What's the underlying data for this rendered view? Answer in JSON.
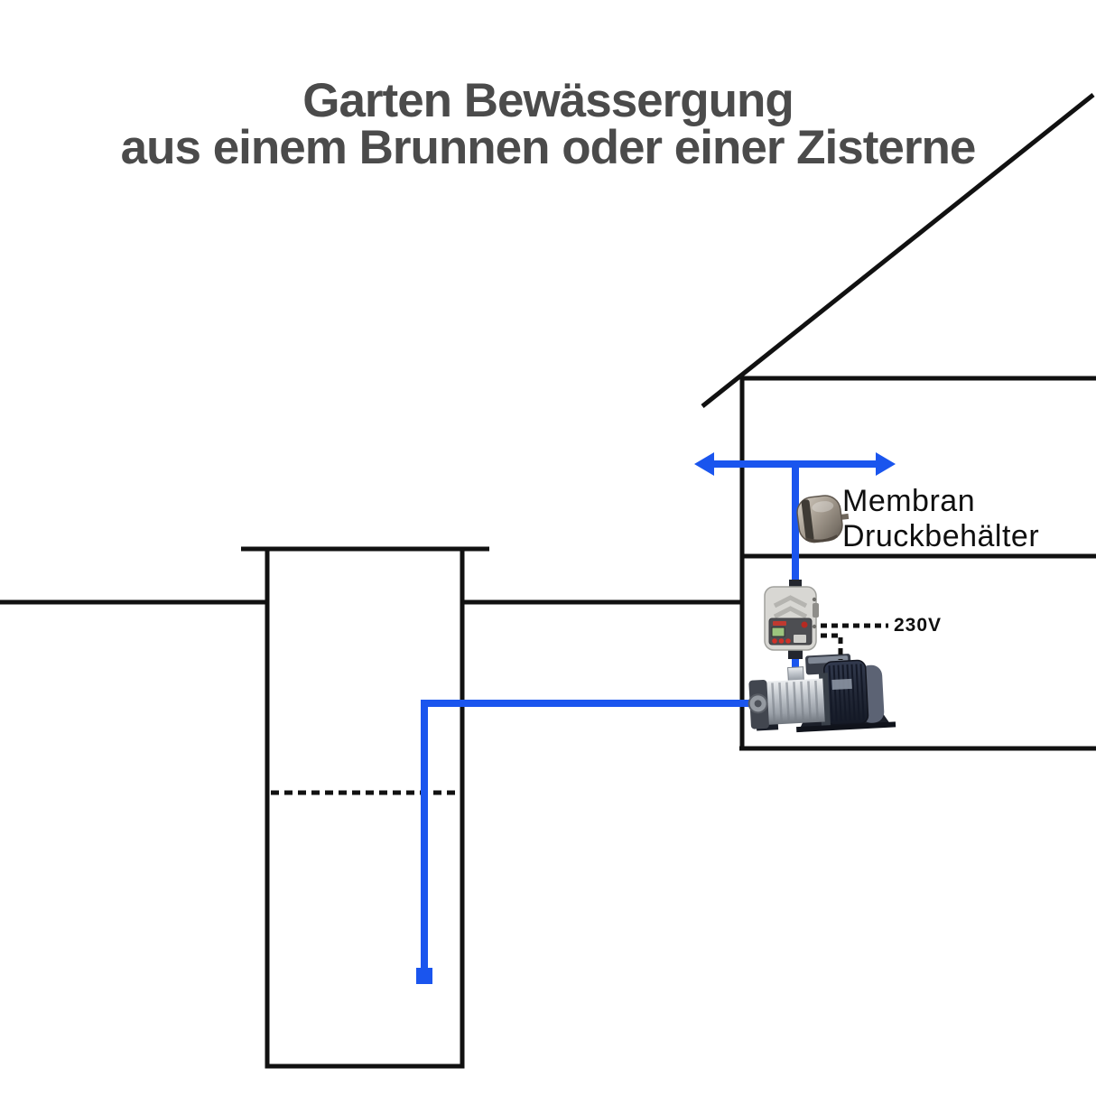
{
  "title": {
    "line1": "Garten Bewässergung",
    "line2": "aus einem Brunnen oder einer Zisterne"
  },
  "labels": {
    "tank_line1": "Membran",
    "tank_line2": "Druckbehälter",
    "voltage": "230V"
  },
  "colors": {
    "pipe_blue": "#1a55ee",
    "line_black": "#111111",
    "title_gray": "#4b4b4b",
    "label_black": "#0f0f0f"
  }
}
